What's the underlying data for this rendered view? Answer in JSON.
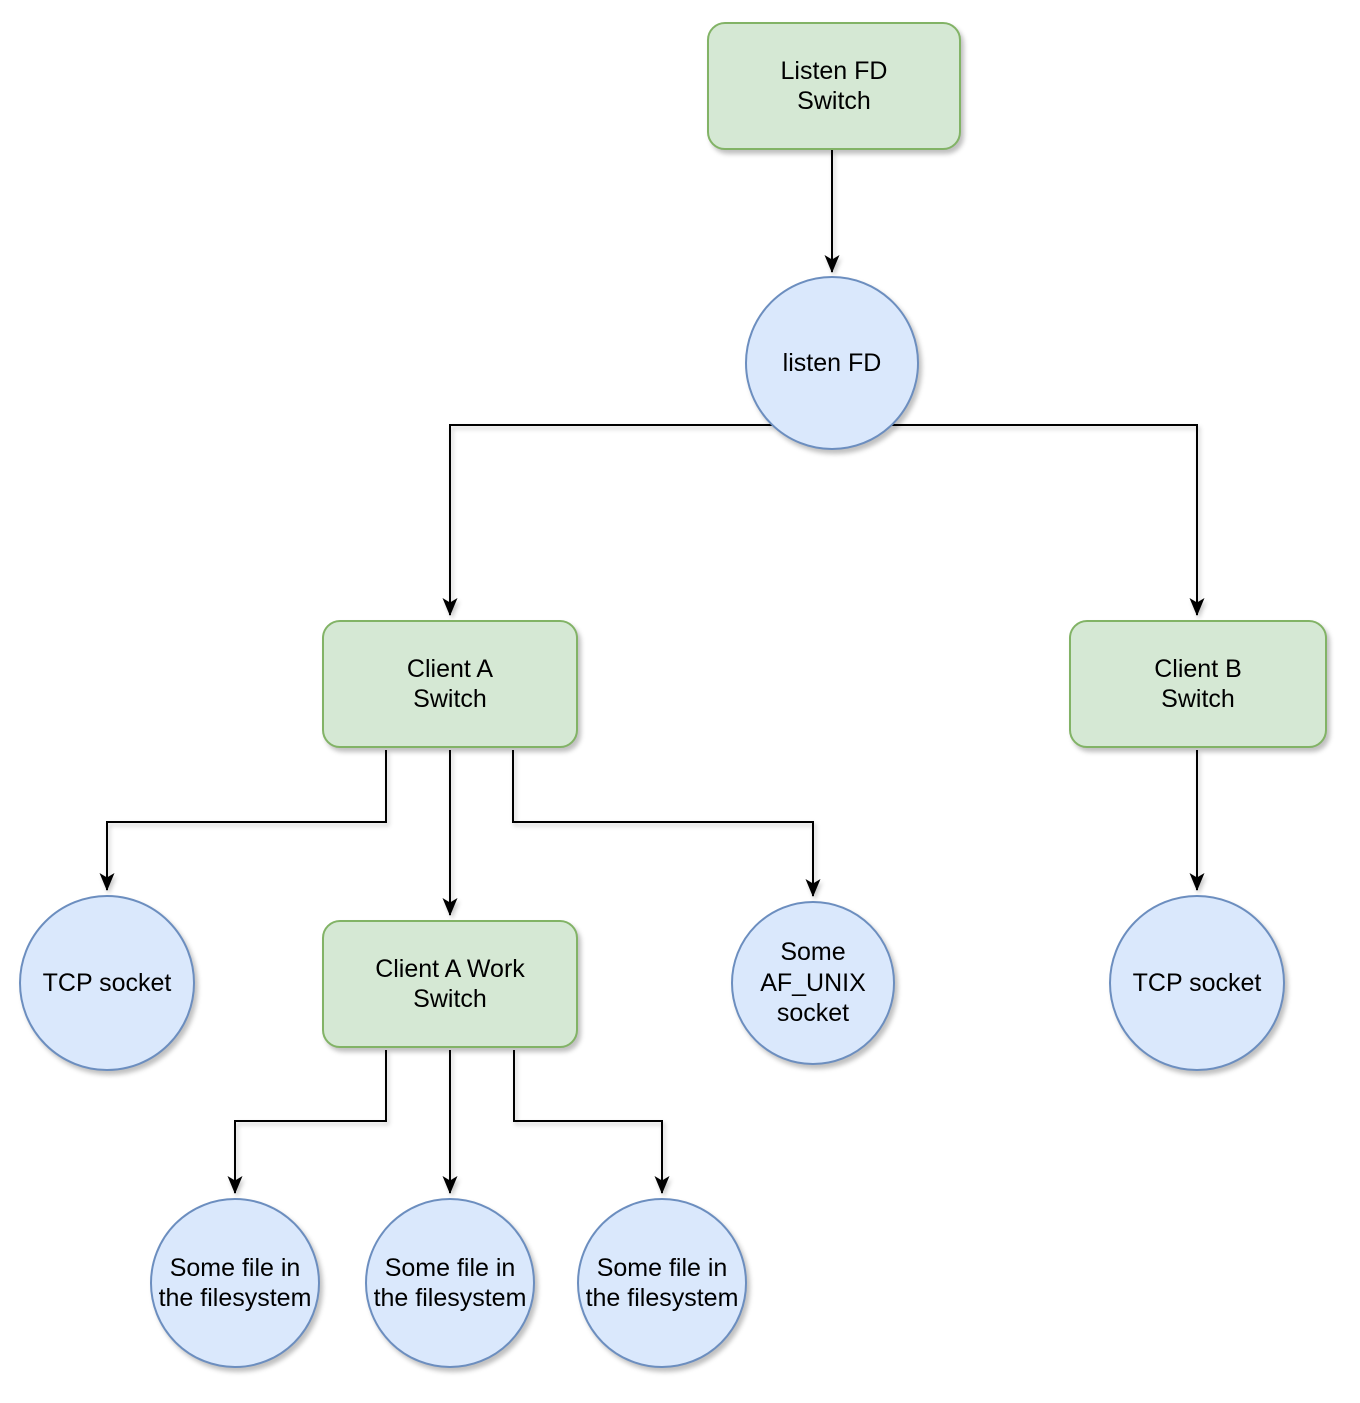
{
  "diagram": {
    "background": "#ffffff",
    "colors": {
      "process_box_fill": "#d5e8d4",
      "process_box_stroke": "#82b366",
      "fd_circle_fill": "#dae8fc",
      "fd_circle_stroke": "#6c8ebf",
      "edge_stroke": "#000000",
      "text": "#000000"
    },
    "nodes": [
      {
        "id": "listen-fd-switch",
        "kind": "process-box",
        "label": "Listen FD\nSwitch"
      },
      {
        "id": "listen-fd",
        "kind": "fd-circle",
        "label": "listen FD"
      },
      {
        "id": "client-a-switch",
        "kind": "process-box",
        "label": "Client A\nSwitch"
      },
      {
        "id": "client-b-switch",
        "kind": "process-box",
        "label": "Client B\nSwitch"
      },
      {
        "id": "tcp-socket-a",
        "kind": "fd-circle",
        "label": "TCP socket"
      },
      {
        "id": "client-a-work-switch",
        "kind": "process-box",
        "label": "Client A Work\nSwitch"
      },
      {
        "id": "af-unix-socket",
        "kind": "fd-circle",
        "label": "Some\nAF_UNIX\nsocket"
      },
      {
        "id": "tcp-socket-b",
        "kind": "fd-circle",
        "label": "TCP socket"
      },
      {
        "id": "file-1",
        "kind": "fd-circle",
        "label": "Some file in\nthe filesystem"
      },
      {
        "id": "file-2",
        "kind": "fd-circle",
        "label": "Some file in\nthe filesystem"
      },
      {
        "id": "file-3",
        "kind": "fd-circle",
        "label": "Some file in\nthe filesystem"
      }
    ],
    "edges": [
      {
        "from": "listen-fd-switch",
        "to": "listen-fd"
      },
      {
        "from": "listen-fd",
        "to": "client-a-switch"
      },
      {
        "from": "listen-fd",
        "to": "client-b-switch"
      },
      {
        "from": "client-a-switch",
        "to": "tcp-socket-a"
      },
      {
        "from": "client-a-switch",
        "to": "client-a-work-switch"
      },
      {
        "from": "client-a-switch",
        "to": "af-unix-socket"
      },
      {
        "from": "client-b-switch",
        "to": "tcp-socket-b"
      },
      {
        "from": "client-a-work-switch",
        "to": "file-1"
      },
      {
        "from": "client-a-work-switch",
        "to": "file-2"
      },
      {
        "from": "client-a-work-switch",
        "to": "file-3"
      }
    ]
  }
}
